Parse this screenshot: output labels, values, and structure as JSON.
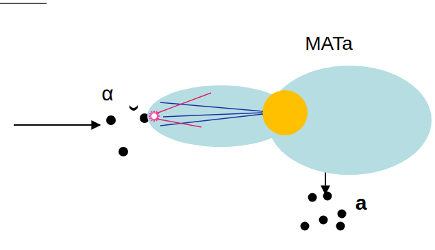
{
  "diagram": {
    "nodes": [
      {
        "text": [
          "MATa"
        ]
      }
    ],
    "labels": [
      "α",
      "a"
    ]
  }
}
